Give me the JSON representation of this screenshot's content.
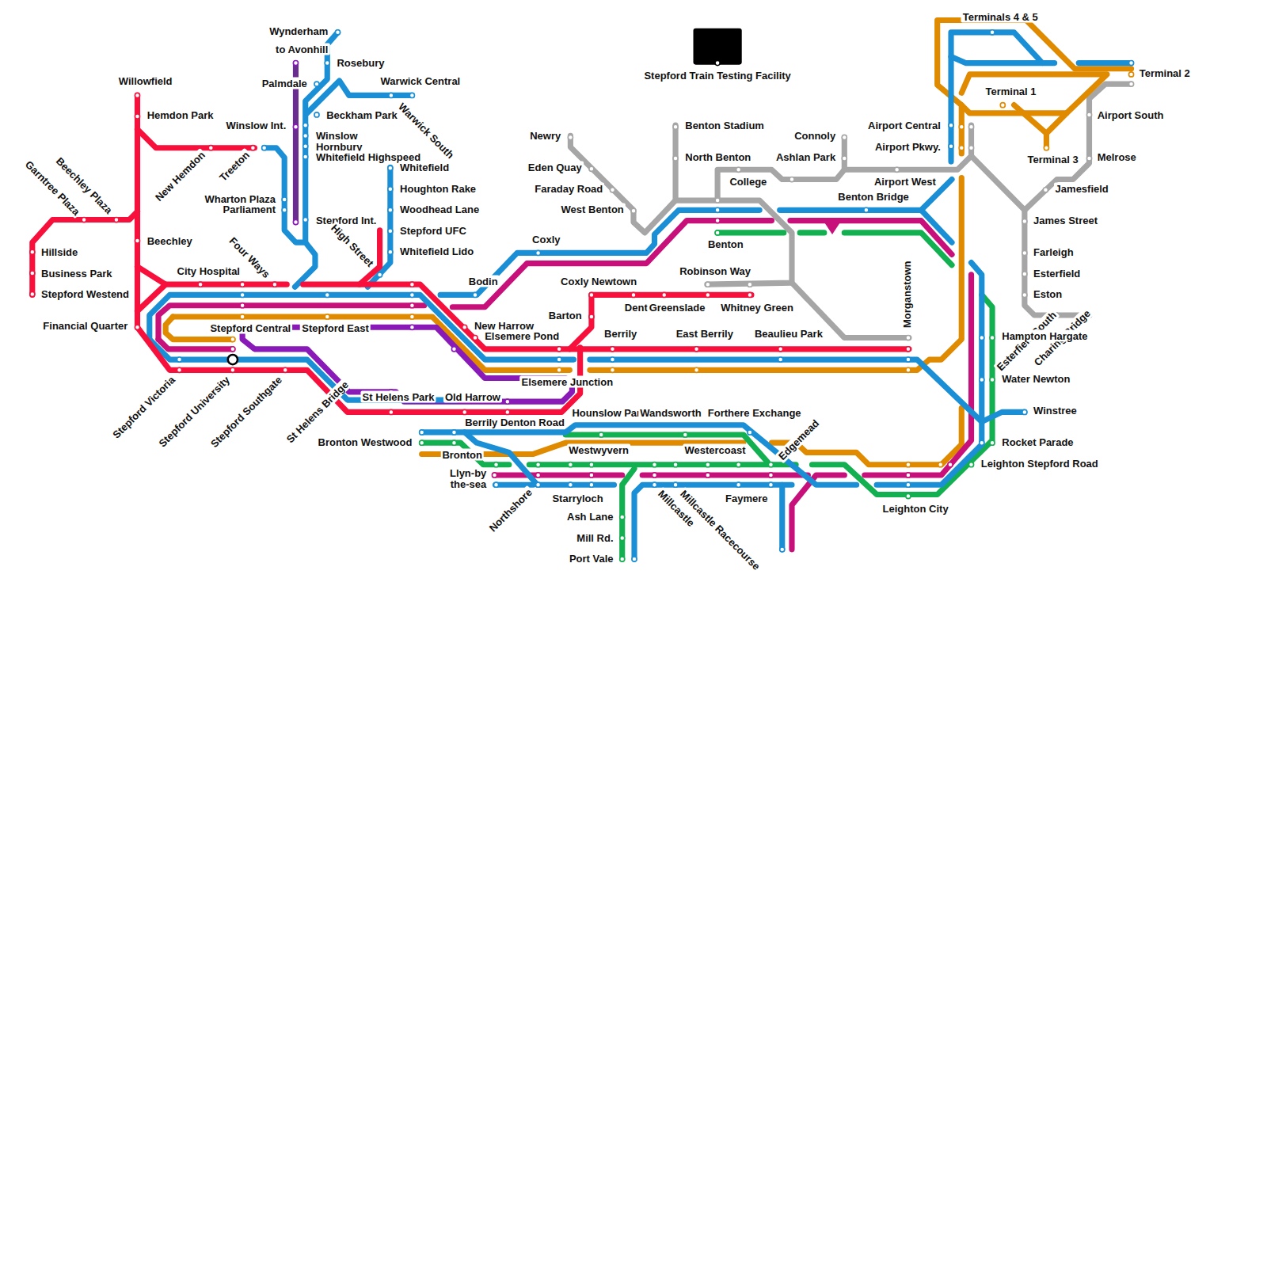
{
  "diagram": {
    "labels": [
      "Wynderham",
      "to Avonhill",
      "Rosebury",
      "Palmdale",
      "Warwick Central",
      "Beckham Park",
      "Warwick South",
      "Willowfield",
      "Hemdon Park",
      "Winslow Int.",
      "Winslow",
      "Hornbury",
      "Whitefield Highspeed",
      "Whitefield",
      "Houghton Rake",
      "Woodhead Lane",
      "Stepford UFC",
      "Whitefield Lido",
      "New Hemdon",
      "Treeton",
      "Garntree Plaza",
      "Beechley Plaza",
      "Wharton Plaza",
      "Parliament",
      "Stepford Int.",
      "Hillside",
      "Business Park",
      "Stepford Westend",
      "Beechley",
      "Four Ways",
      "High Street",
      "City Hospital",
      "Financial Quarter",
      "Stepford Central",
      "Stepford East",
      "St Helens Bridge",
      "Stepford Victoria",
      "Stepford University",
      "Stepford Southgate",
      "St Helens Park",
      "Old Harrow",
      "Bodin",
      "Coxly",
      "New Harrow",
      "Elsemere Pond",
      "Elsemere Junction",
      "Barton",
      "Coxly Newtown",
      "Denton",
      "Greenslade",
      "Whitney Green",
      "Robinson Way",
      "Berrily",
      "East Berrily",
      "Beaulieu Park",
      "Morganstown",
      "Newry",
      "Eden Quay",
      "Faraday Road",
      "West Benton",
      "Benton Stadium",
      "North Benton",
      "College",
      "Benton",
      "Connoly",
      "Ashlan Park",
      "Airport West",
      "Benton Bridge",
      "Airport Central",
      "Airport Pkwy.",
      "Terminals 4 & 5",
      "Terminal 2",
      "Terminal 1",
      "Airport South",
      "Terminal 3",
      "Melrose",
      "Jamesfield",
      "James Street",
      "Farleigh",
      "Esterfield",
      "Eston",
      "Esterfield South",
      "Charing Bridge",
      "Hampton Hargate",
      "Water Newton",
      "Winstree",
      "Rocket Parade",
      "Leighton Stepford Road",
      "Leighton City",
      "Berrily Denton Road",
      "Hounslow Park",
      "Wandsworth",
      "Forthere Exchange",
      "Bronton Westwood",
      "Bronton",
      "Edgemead",
      "Westwyvern",
      "Westercoast",
      "Llyn-by the-sea",
      "Northshore",
      "Starryloch",
      "Millcastle",
      "Millcastle Racecourse",
      "Faymere",
      "Ash Lane",
      "Mill Rd.",
      "Port Vale",
      "Stepford Train Testing Facility"
    ]
  }
}
